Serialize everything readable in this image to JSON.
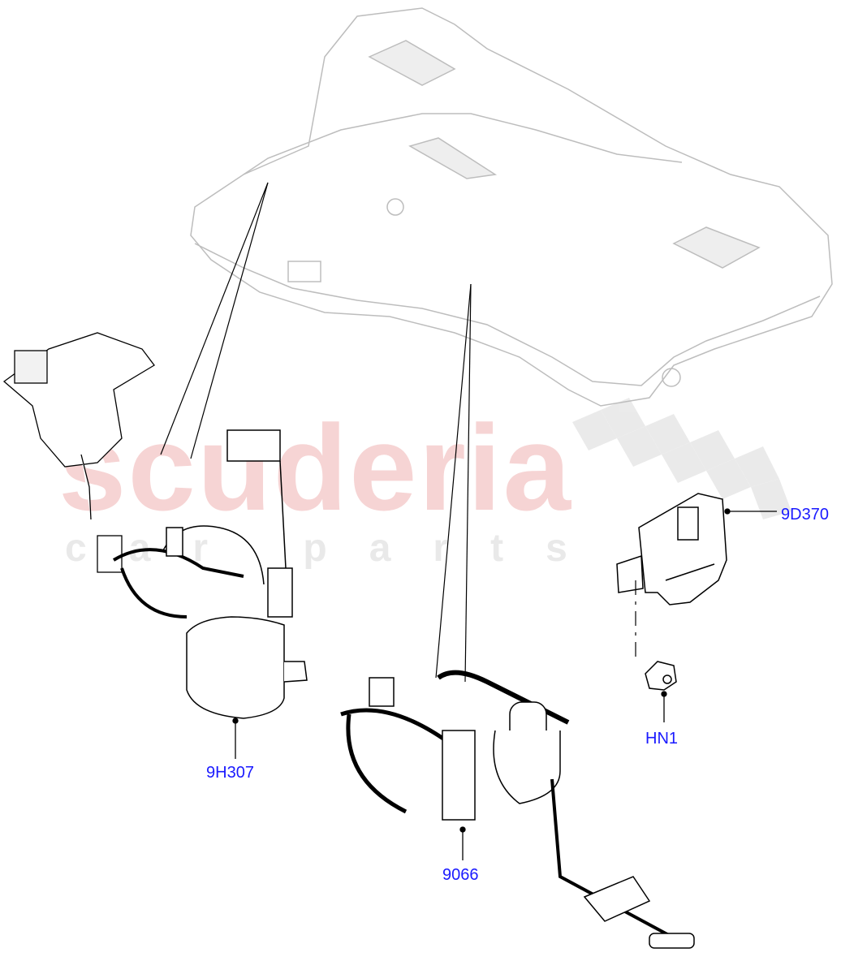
{
  "watermark": {
    "main": "scuderia",
    "sub": "car parts",
    "color": "#f4c6c6"
  },
  "callouts": [
    {
      "id": "9D370",
      "label": "9D370"
    },
    {
      "id": "HN1",
      "label": "HN1"
    },
    {
      "id": "9H307",
      "label": "9H307"
    },
    {
      "id": "9066",
      "label": "9066"
    }
  ],
  "colors": {
    "callout": "#1a1aff",
    "line": "#000000",
    "ghost": "#c8c8c8"
  }
}
